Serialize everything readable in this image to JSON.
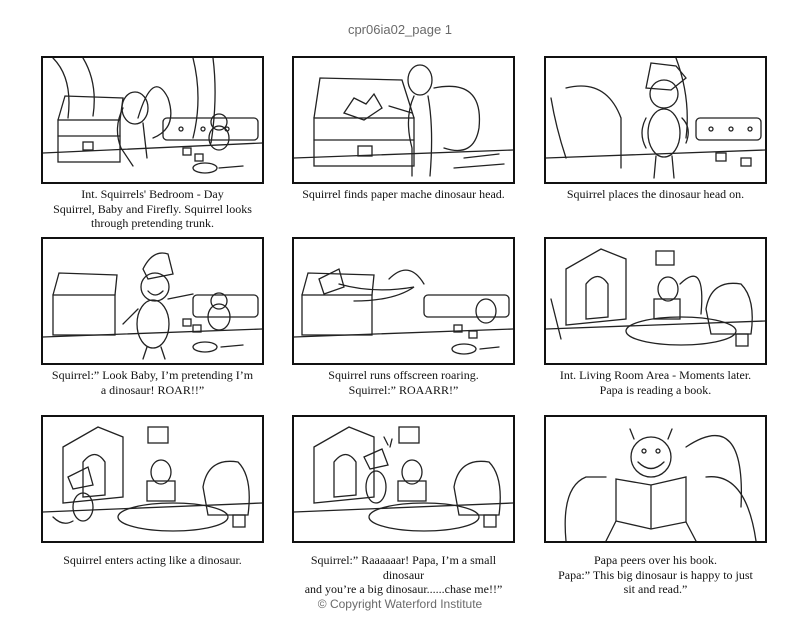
{
  "document": {
    "title": "cpr06ia02_page 1",
    "copyright": "© Copyright Waterford Institute"
  },
  "panels": [
    {
      "scene": "bedroom-trunk-baby",
      "caption": "Int. Squirrels' Bedroom - Day\nSquirrel, Baby and Firefly. Squirrel looks\nthrough pretending trunk."
    },
    {
      "scene": "trunk-dino-head",
      "caption": "Squirrel finds paper mache dinosaur head."
    },
    {
      "scene": "wearing-dino-head",
      "caption": "Squirrel places the dinosaur head on."
    },
    {
      "scene": "roar-at-baby",
      "caption": "Squirrel:” Look Baby, I’m pretending I’m\na dinosaur! ROAR!!”"
    },
    {
      "scene": "runs-offscreen",
      "caption": "Squirrel runs offscreen roaring.\nSquirrel:” ROAARR!”"
    },
    {
      "scene": "living-room-papa",
      "caption": "Int. Living Room Area - Moments later.\nPapa is reading a book."
    },
    {
      "scene": "enters-dinosaur",
      "caption": "Squirrel enters acting like a dinosaur."
    },
    {
      "scene": "chase-me",
      "caption": "Squirrel:” Raaaaaar! Papa, I’m a small dinosaur\nand you’re a big dinosaur......chase me!!”"
    },
    {
      "scene": "papa-closeup",
      "caption": "Papa peers over his book.\nPapa:” This big dinosaur is happy to just\nsit and read.”"
    }
  ]
}
